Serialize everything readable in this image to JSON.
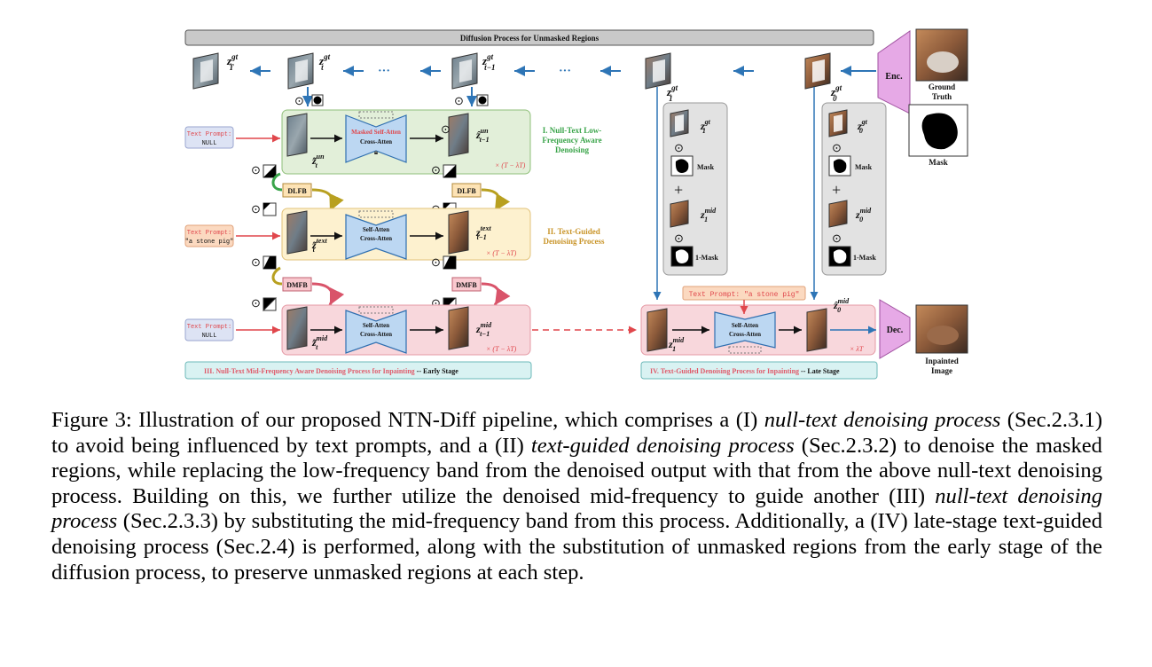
{
  "figure": {
    "top_banner": "Diffusion Process for Unmasked Regions",
    "top_row_labels": {
      "zT": "z_T^gt",
      "zt": "z_t^gt",
      "zt1": "z_{t-1}^gt",
      "z1": "z_1^gt",
      "z0": "z_0^gt",
      "ellipsis": "···"
    },
    "encoder": "Enc.",
    "decoder": "Dec.",
    "ground_truth_label": "Ground Truth",
    "mask_label": "Mask",
    "inpainted_label": "Inpainted Image",
    "stage1": {
      "prompt_label": "Text Prompt:",
      "prompt_value": "NULL",
      "unet_top": "Masked Self-Atten",
      "unet_bottom": "Cross-Atten",
      "input_latent": "z̃_t^un",
      "output_latent": "ẑ_{t-1}^un",
      "repeat": "× (T − λT)",
      "title_line1": "I. Null-Text Low-",
      "title_line2": "Frequency Aware",
      "title_line3": "Denoising"
    },
    "dlfb_label": "DLFB",
    "dmfb_label": "DMFB",
    "stage2": {
      "prompt_label": "Text Prompt:",
      "prompt_value": "\"a stone pig\"",
      "unet_top": "Self-Atten",
      "unet_bottom": "Cross-Atten",
      "input_latent": "z̃_t^text",
      "output_latent": "z_{t-1}^text",
      "repeat": "× (T − λT)",
      "title_line1": "II. Text-Guided",
      "title_line2": "Denoising Process"
    },
    "stage3": {
      "prompt_label": "Text Prompt:",
      "prompt_value": "NULL",
      "unet_top": "Self-Atten",
      "unet_bottom": "Cross-Atten",
      "input_latent": "z̃_t^mid",
      "output_latent": "z_{t-1}^mid",
      "repeat": "× (T − λT)",
      "banner_colored": "III.  Null-Text Mid-Frequency Aware Denoising Process for Inpainting",
      "banner_black": " -- Early Stage"
    },
    "stage4": {
      "prompt": "Text Prompt: \"a stone pig\"",
      "unet_top": "Self-Atten",
      "unet_bottom": "Cross-Atten",
      "input_latent": "z_1^mid",
      "output_latent": "ẑ_0^mid",
      "repeat": "× λT",
      "banner_colored": "IV. Text-Guided Denoising Process for Inpainting",
      "banner_black": " -- Late Stage"
    },
    "compose1": {
      "z_gt": "z_1^gt",
      "mask": "Mask",
      "z_mid": "z_1^mid",
      "inv_mask": "1-Mask"
    },
    "compose0": {
      "z_gt": "z_0^gt",
      "mask": "Mask",
      "z_mid": "z_0^mid",
      "inv_mask": "1-Mask"
    },
    "colors": {
      "stage1_bg": "#e2efd9",
      "stage2_bg": "#fdf1cf",
      "stage3_bg": "#f8d7dc",
      "stage4_bg": "#f8d7dc",
      "unet_fill": "#bcd7f2",
      "unet_stroke": "#2f6fb0",
      "arrow_blue": "#2e75b6",
      "arrow_red": "#e0474c",
      "green_title": "#3aa44a",
      "orange_title": "#c9952a",
      "pink_title": "#e05a6a",
      "enc_dec": "#e6a9e6"
    }
  },
  "caption": {
    "lead": "Figure 3: Illustration of our proposed NTN-Diff pipeline, which comprises a (I) ",
    "i1": "null-text denoising process",
    "t1": " (Sec.2.3.1) to avoid being influenced by text prompts, and a (II) ",
    "i2": "text-guided denoising process",
    "t2": " (Sec.2.3.2) to denoise the masked regions, while replacing the low-frequency band from the denoised output with that from the above null-text denoising process. Building on this, we further utilize the denoised mid-frequency to guide another (III) ",
    "i3": "null-text denoising process",
    "t3": " (Sec.2.3.3) by substituting the mid-frequency band from this process.  Additionally, a (IV) late-stage text-guided denoising process (Sec.2.4) is performed, along with the substitution of unmasked regions from the early stage of the diffusion process, to preserve unmasked regions at each step."
  }
}
